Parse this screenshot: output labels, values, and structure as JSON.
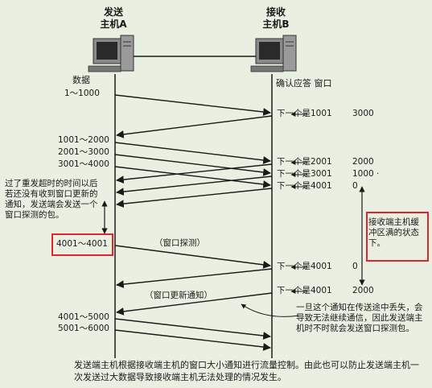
{
  "hosts": {
    "sender_line1": "发送",
    "sender_line2": "主机A",
    "receiver_line1": "接收",
    "receiver_line2": "主机B"
  },
  "left_header": "数据",
  "right_header": "确认应答 窗口",
  "sent_segments": [
    "1～1000",
    "1001～2000",
    "2001～3000",
    "3001～4000",
    "4001～4001",
    "4001～5000",
    "5001～6000"
  ],
  "acks": [
    {
      "label": "下一个是1001",
      "window": "3000"
    },
    {
      "label": "下一个是2001",
      "window": "2000"
    },
    {
      "label": "下一个是3001",
      "window": "1000 ·"
    },
    {
      "label": "下一个是4001",
      "window": "0"
    },
    {
      "label": "下一个是4001",
      "window": "0"
    },
    {
      "label": "下一个是4001",
      "window": "2000"
    }
  ],
  "arrow_labels": {
    "probe": "（窗口探测）",
    "update": "（窗口更新通知）"
  },
  "notes": {
    "left": "过了重发超时的时间以后若还没有收到窗口更新的通知，发送端会发送一个窗口探测的包。",
    "right_box": "接收端主机缓冲区满的状态下。",
    "right_bottom": "一旦这个通知在传送途中丢失，会导致无法继续通信，因此发送端主机时不时就会发送窗口探测包。"
  },
  "caption": "发送端主机根据接收端主机的窗口大小通知进行流量控制。由此也可以防止发送端主机一次发送过大数据导致接收端主机无法处理的情况发生。",
  "colors": {
    "background": "#eaf0e1",
    "highlight": "#e0242b",
    "ink": "#1a1a1a"
  }
}
